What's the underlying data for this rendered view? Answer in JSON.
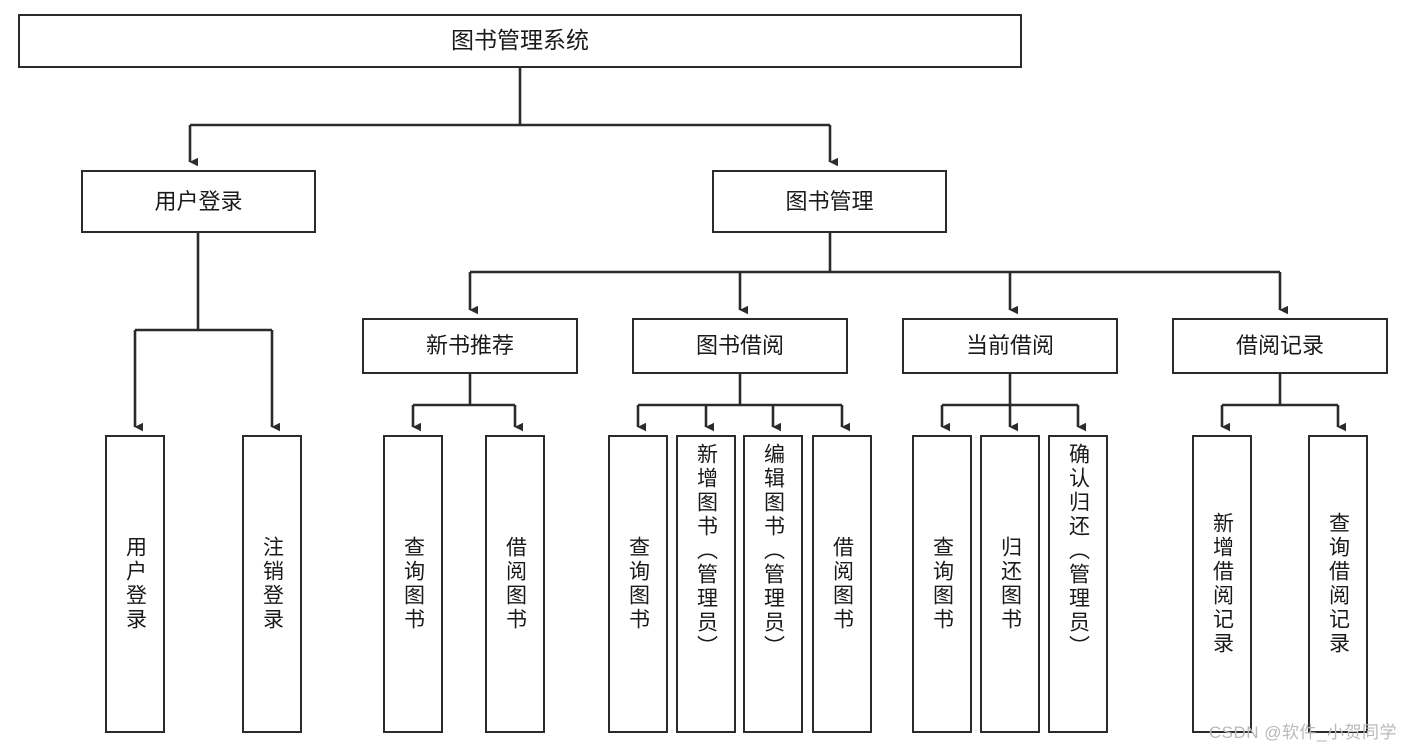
{
  "diagram": {
    "type": "tree",
    "title": "图书管理系统",
    "watermark": "CSDN @软件_小贺同学",
    "colors": {
      "box_border": "#2b2b2b",
      "box_fill": "#ffffff",
      "connector": "#2b2b2b",
      "text": "#1a1a1a",
      "watermark": "#b9b9b9"
    },
    "root": {
      "label": "图书管理系统"
    },
    "level1": [
      {
        "label": "用户登录"
      },
      {
        "label": "图书管理"
      }
    ],
    "level2": [
      {
        "label": "新书推荐"
      },
      {
        "label": "图书借阅"
      },
      {
        "label": "当前借阅"
      },
      {
        "label": "借阅记录"
      }
    ],
    "leaves": {
      "user_login": [
        {
          "label": "用户登录"
        },
        {
          "label": "注销登录"
        }
      ],
      "new_book_recommend": [
        {
          "label": "查询图书"
        },
        {
          "label": "借阅图书"
        }
      ],
      "book_borrow": [
        {
          "label": "查询图书"
        },
        {
          "label": "新增图书（管理员）"
        },
        {
          "label": "编辑图书（管理员）"
        },
        {
          "label": "借阅图书"
        }
      ],
      "current_borrow": [
        {
          "label": "查询图书"
        },
        {
          "label": "归还图书"
        },
        {
          "label": "确认归还（管理员）"
        }
      ],
      "borrow_record": [
        {
          "label": "新增借阅记录"
        },
        {
          "label": "查询借阅记录"
        }
      ]
    }
  }
}
